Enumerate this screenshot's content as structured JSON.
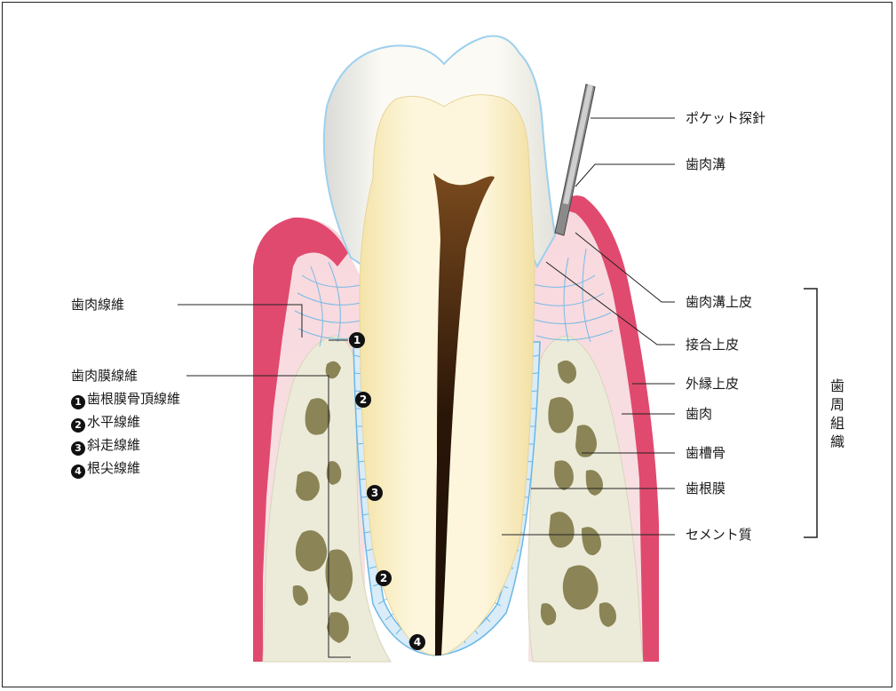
{
  "labels": {
    "pocket_probe": "ポケット探針",
    "gingival_sulcus": "歯肉溝",
    "sulcular_epithelium": "歯肉溝上皮",
    "junctional_epithelium": "接合上皮",
    "outer_epithelium": "外縁上皮",
    "gingiva": "歯肉",
    "alveolar_bone": "歯槽骨",
    "periodontal_ligament": "歯根膜",
    "cementum": "セメント質",
    "periodontal_tissue": "歯周組織",
    "gingival_fibers": "歯肉線維",
    "pdl_fibers": "歯肉膜線維"
  },
  "legend": [
    {
      "num": "1",
      "label": "歯根膜骨頂線維"
    },
    {
      "num": "2",
      "label": "水平線維"
    },
    {
      "num": "3",
      "label": "斜走線維"
    },
    {
      "num": "4",
      "label": "根尖線維"
    }
  ],
  "badges": [
    "1",
    "2",
    "3",
    "2",
    "4"
  ],
  "colors": {
    "gingiva_red": "#e04a6e",
    "gingiva_pink": "#f3c7cf",
    "bone": "#ecebd9",
    "marrow": "#8a8456",
    "enamel": "#f7f3ea",
    "dentin": "#fbf1c8",
    "pulp": "#4a2a10",
    "fiber_blue": "#69b7e6"
  }
}
